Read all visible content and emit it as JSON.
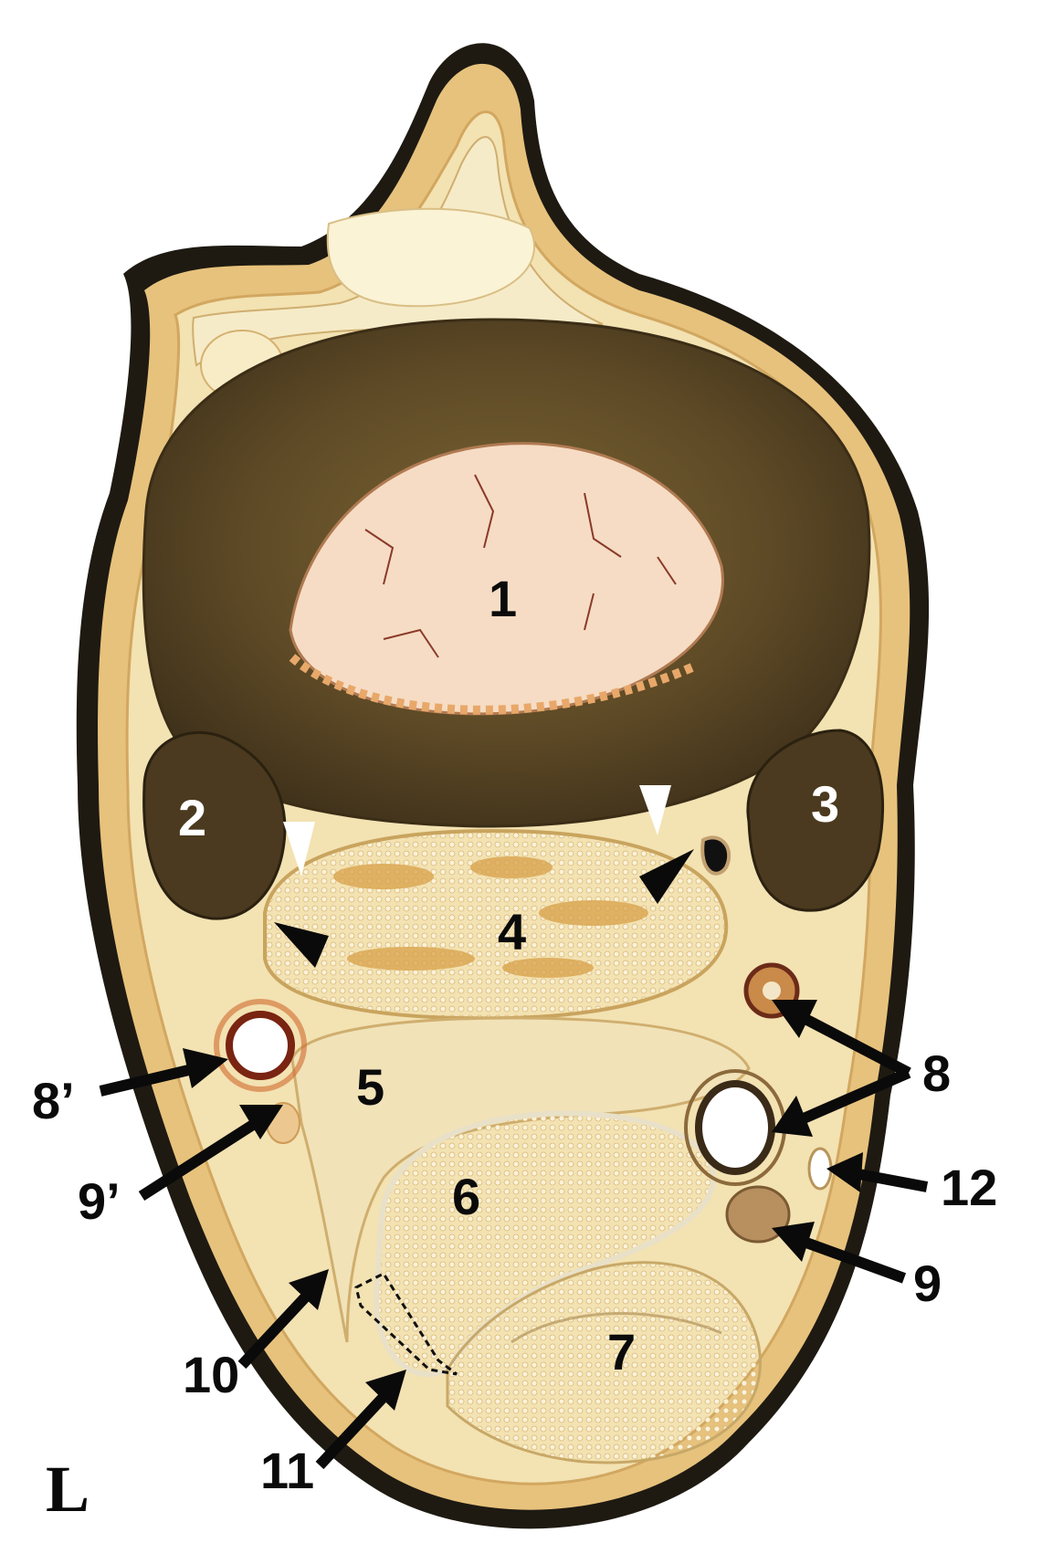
{
  "labels": {
    "l1": "1",
    "l2": "2",
    "l3": "3",
    "l4": "4",
    "l5": "5",
    "l6": "6",
    "l7": "7",
    "l8": "8",
    "l8p": "8’",
    "l9": "9",
    "l9p": "9’",
    "l10": "10",
    "l11": "11",
    "l12": "12",
    "orientation": "L"
  },
  "colors": {
    "hoof_wall": "#2a2418",
    "skin": "#e7c27c",
    "bone": "#5e4a26",
    "marrow": "#f6dcc4",
    "tendon": "#ead29a",
    "tissue": "#f1e6c4"
  }
}
